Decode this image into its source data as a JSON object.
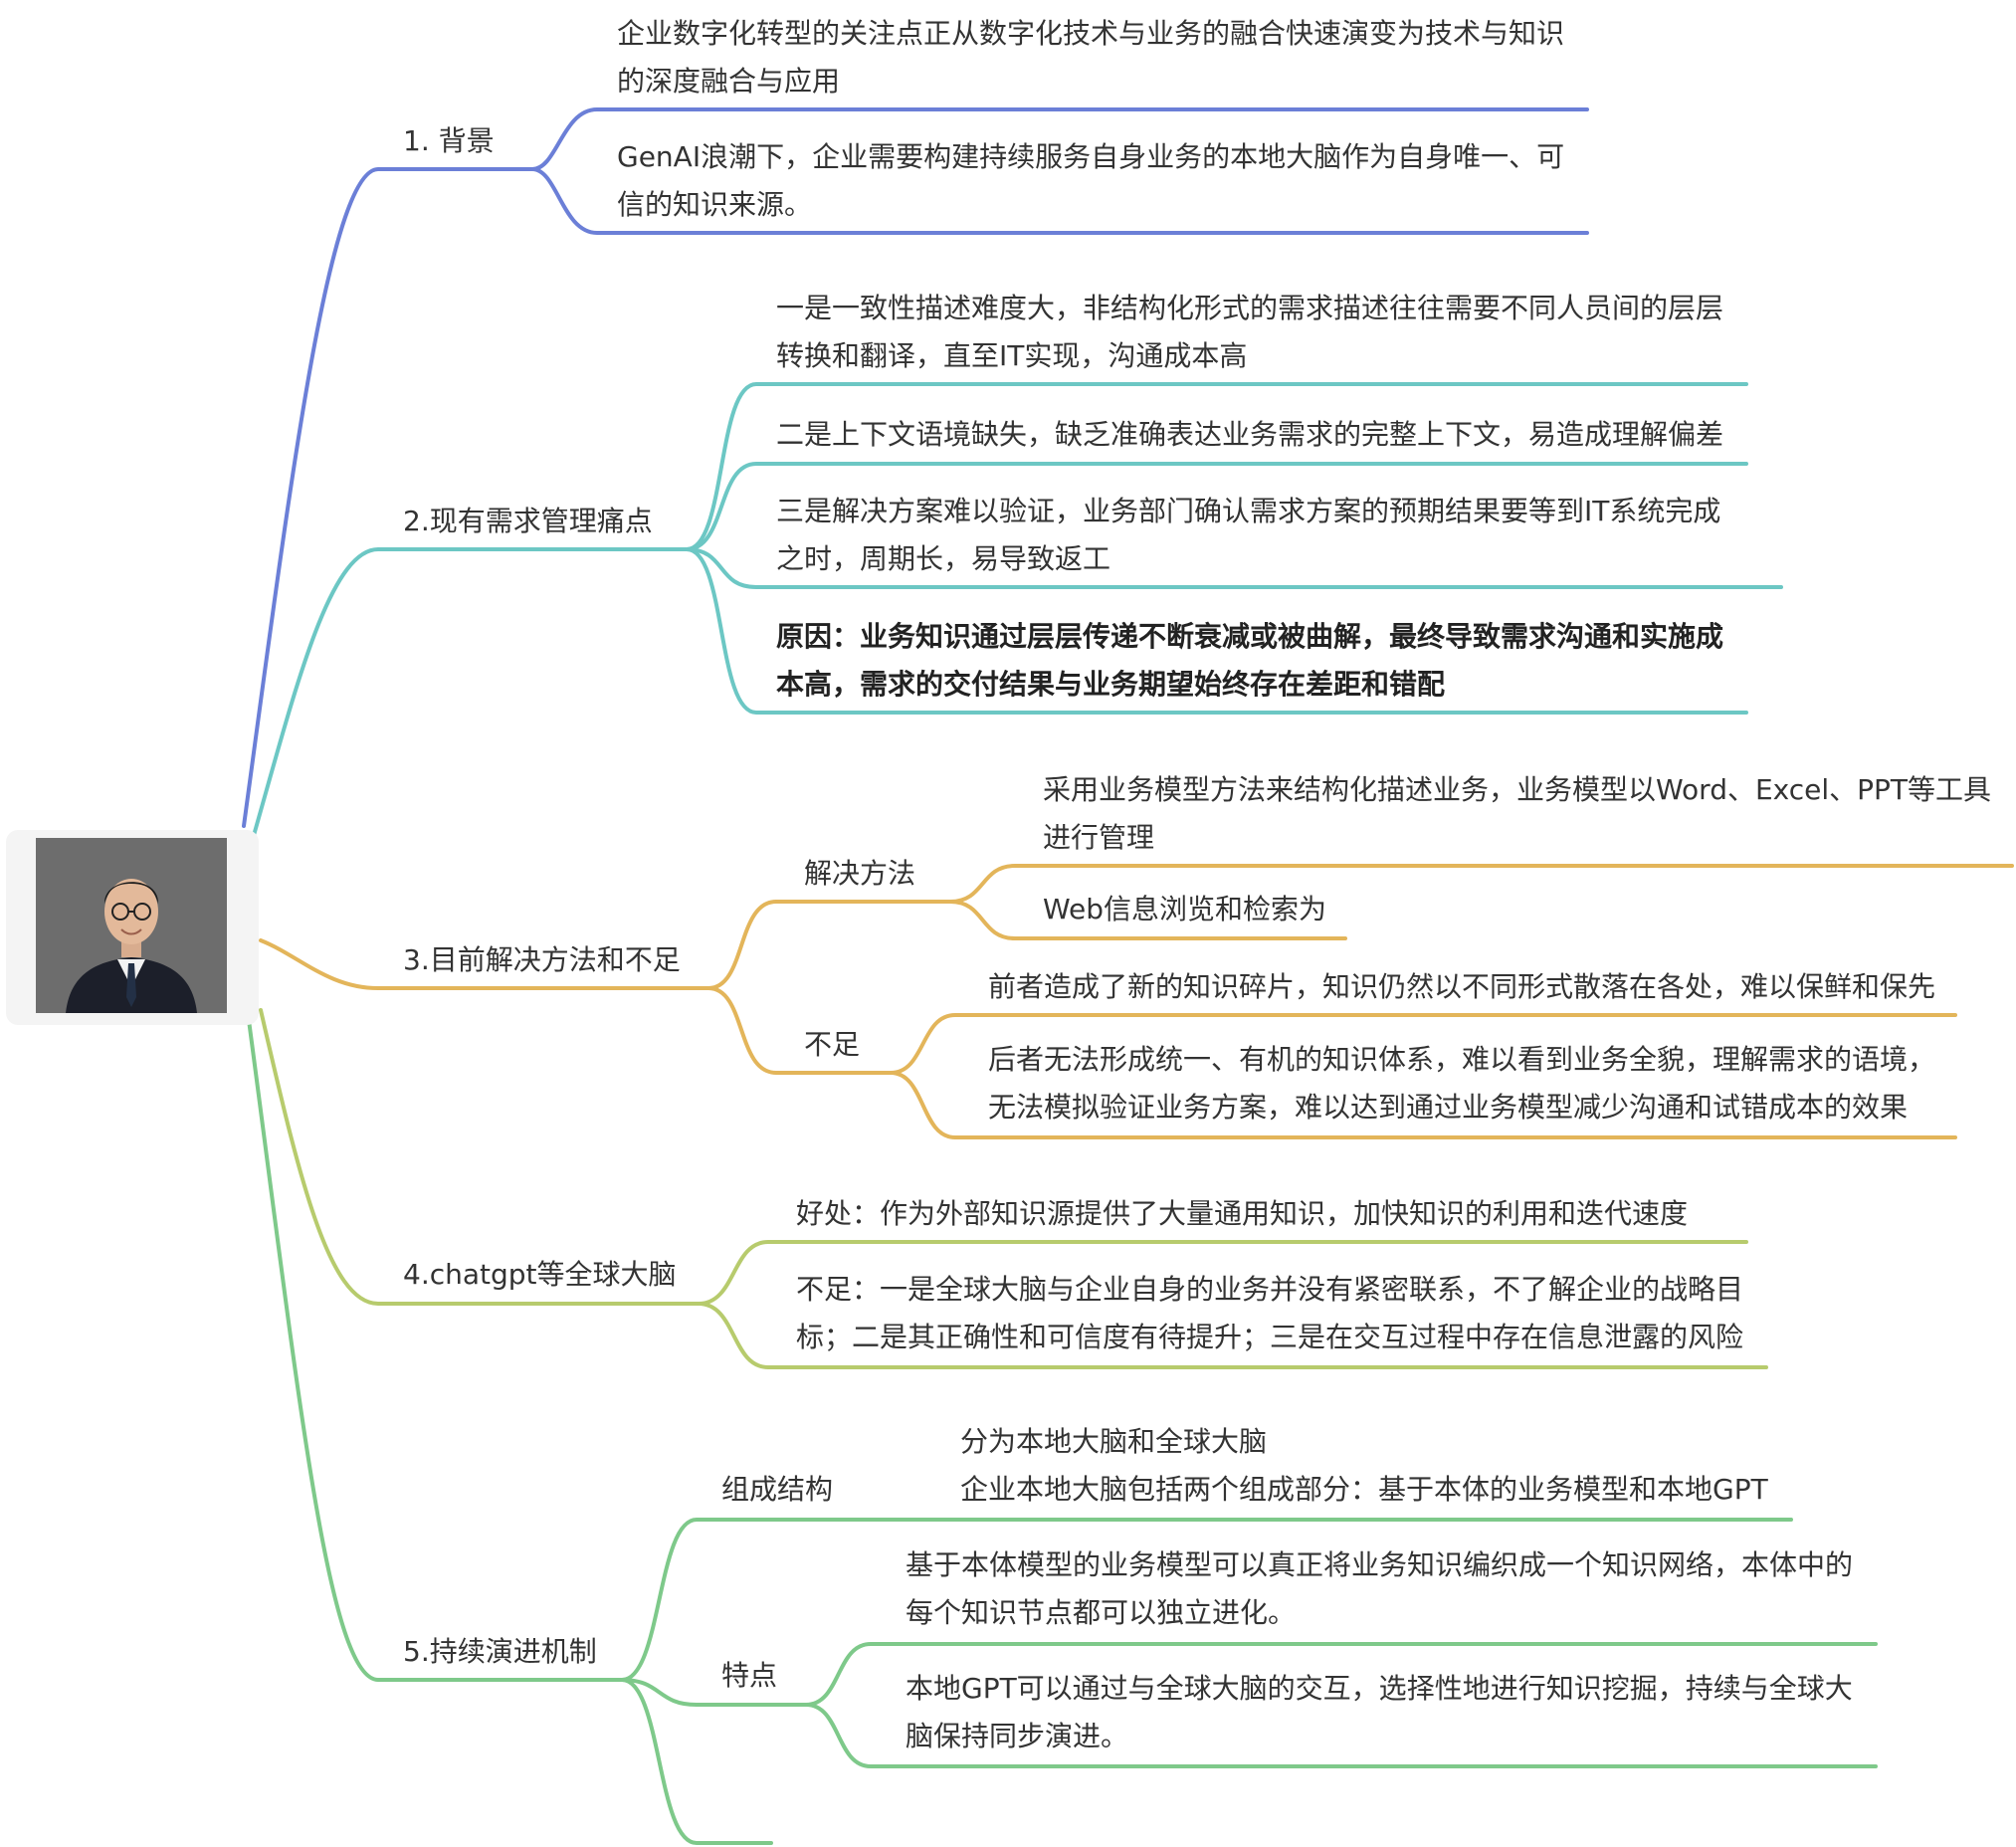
{
  "colors": {
    "background": "#6b7fd7",
    "pain_points": "#6cc7c4",
    "current_solutions": "#e3b55a",
    "global_brain": "#b7cb6d",
    "evolution": "#7ec98a"
  },
  "root": {
    "image": "portrait of a man in a dark suit and glasses"
  },
  "branches": {
    "background": {
      "label": "1. 背景",
      "items": [
        "企业数字化转型的关注点正从数字化技术与业务的融合快速演变为技术与知识\n的深度融合与应用",
        "GenAI浪潮下，企业需要构建持续服务自身业务的本地大脑作为自身唯一、可\n信的知识来源。"
      ]
    },
    "pain_points": {
      "label": "2.现有需求管理痛点",
      "items": [
        "一是一致性描述难度大，非结构化形式的需求描述往往需要不同人员间的层层\n转换和翻译，直至IT实现，沟通成本高",
        "二是上下文语境缺失，缺乏准确表达业务需求的完整上下文，易造成理解偏差",
        "三是解决方案难以验证，业务部门确认需求方案的预期结果要等到IT系统完成\n之时，周期长，易导致返工",
        "原因：业务知识通过层层传递不断衰减或被曲解，最终导致需求沟通和实施成\n本高，需求的交付结果与业务期望始终存在差距和错配"
      ]
    },
    "current_solutions": {
      "label": "3.目前解决方法和不足",
      "methods": {
        "label": "解决方法",
        "items": [
          "采用业务模型方法来结构化描述业务，业务模型以Word、Excel、PPT等工具\n进行管理",
          "Web信息浏览和检索为"
        ]
      },
      "shortcomings": {
        "label": "不足",
        "items": [
          "前者造成了新的知识碎片，知识仍然以不同形式散落在各处，难以保鲜和保先",
          "后者无法形成统一、有机的知识体系，难以看到业务全貌，理解需求的语境，\n无法模拟验证业务方案，难以达到通过业务模型减少沟通和试错成本的效果"
        ]
      }
    },
    "global_brain": {
      "label": "4.chatgpt等全球大脑",
      "items": [
        "好处：作为外部知识源提供了大量通用知识，加快知识的利用和迭代速度",
        "不足：一是全球大脑与企业自身的业务并没有紧密联系，不了解企业的战略目\n标；二是其正确性和可信度有待提升；三是在交互过程中存在信息泄露的风险"
      ]
    },
    "evolution": {
      "label": "5.持续演进机制",
      "structure": {
        "label": "组成结构",
        "items": [
          "分为本地大脑和全球大脑\n企业本地大脑包括两个组成部分：基于本体的业务模型和本地GPT"
        ]
      },
      "features": {
        "label": "特点",
        "items": [
          "基于本体模型的业务模型可以真正将业务知识编织成一个知识网络，本体中的\n每个知识节点都可以独立进化。",
          "本地GPT可以通过与全球大脑的交互，选择性地进行知识挖掘，持续与全球大\n脑保持同步演进。"
        ]
      }
    }
  }
}
